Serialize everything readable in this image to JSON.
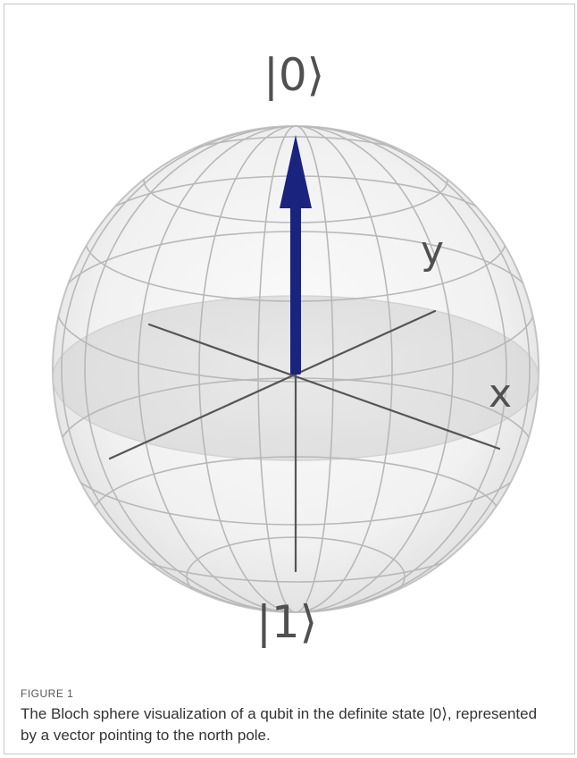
{
  "figure": {
    "pole_top_label": "|0⟩",
    "pole_bottom_label": "|1⟩",
    "axis_y_label": "y",
    "axis_x_label": "x",
    "vector_color": "#1a237e",
    "sphere_grid_color": "#b8b8b8",
    "axis_line_color": "#555555",
    "vector_state": "|0⟩",
    "vector_direction": "north pole"
  },
  "caption": {
    "label": "FIGURE 1",
    "text": "The Bloch sphere visualization of a qubit in the definite state |0⟩, represented by a vector pointing to the north pole."
  }
}
